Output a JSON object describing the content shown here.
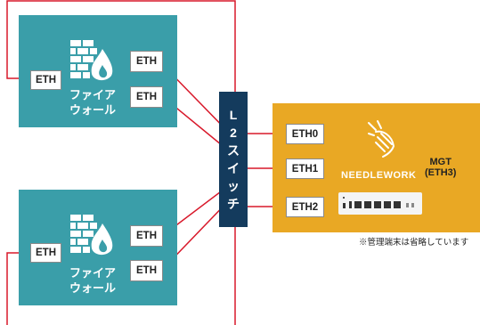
{
  "firewalls": [
    {
      "label": "ファイア\nウォール",
      "eth_left": "ETH",
      "eth_right_top": "ETH",
      "eth_right_bottom": "ETH"
    },
    {
      "label": "ファイア\nウォール",
      "eth_left": "ETH",
      "eth_right_top": "ETH",
      "eth_right_bottom": "ETH"
    }
  ],
  "switch": {
    "chars": [
      "L",
      "2",
      "ス",
      "イ",
      "ッ",
      "チ"
    ]
  },
  "needlework": {
    "brand": "NEEDLEWORK",
    "ports": [
      "ETH0",
      "ETH1",
      "ETH2"
    ],
    "mgt": "MGT\n(ETH3)"
  },
  "note": "※管理端末は省略しています",
  "colors": {
    "firewall_bg": "#3a9ea9",
    "switch_bg": "#143b5d",
    "needlework_bg": "#e9a824",
    "line": "#d8182a"
  },
  "icons": [
    "firewall-icon",
    "needlework-logo-icon",
    "appliance-device-icon"
  ]
}
